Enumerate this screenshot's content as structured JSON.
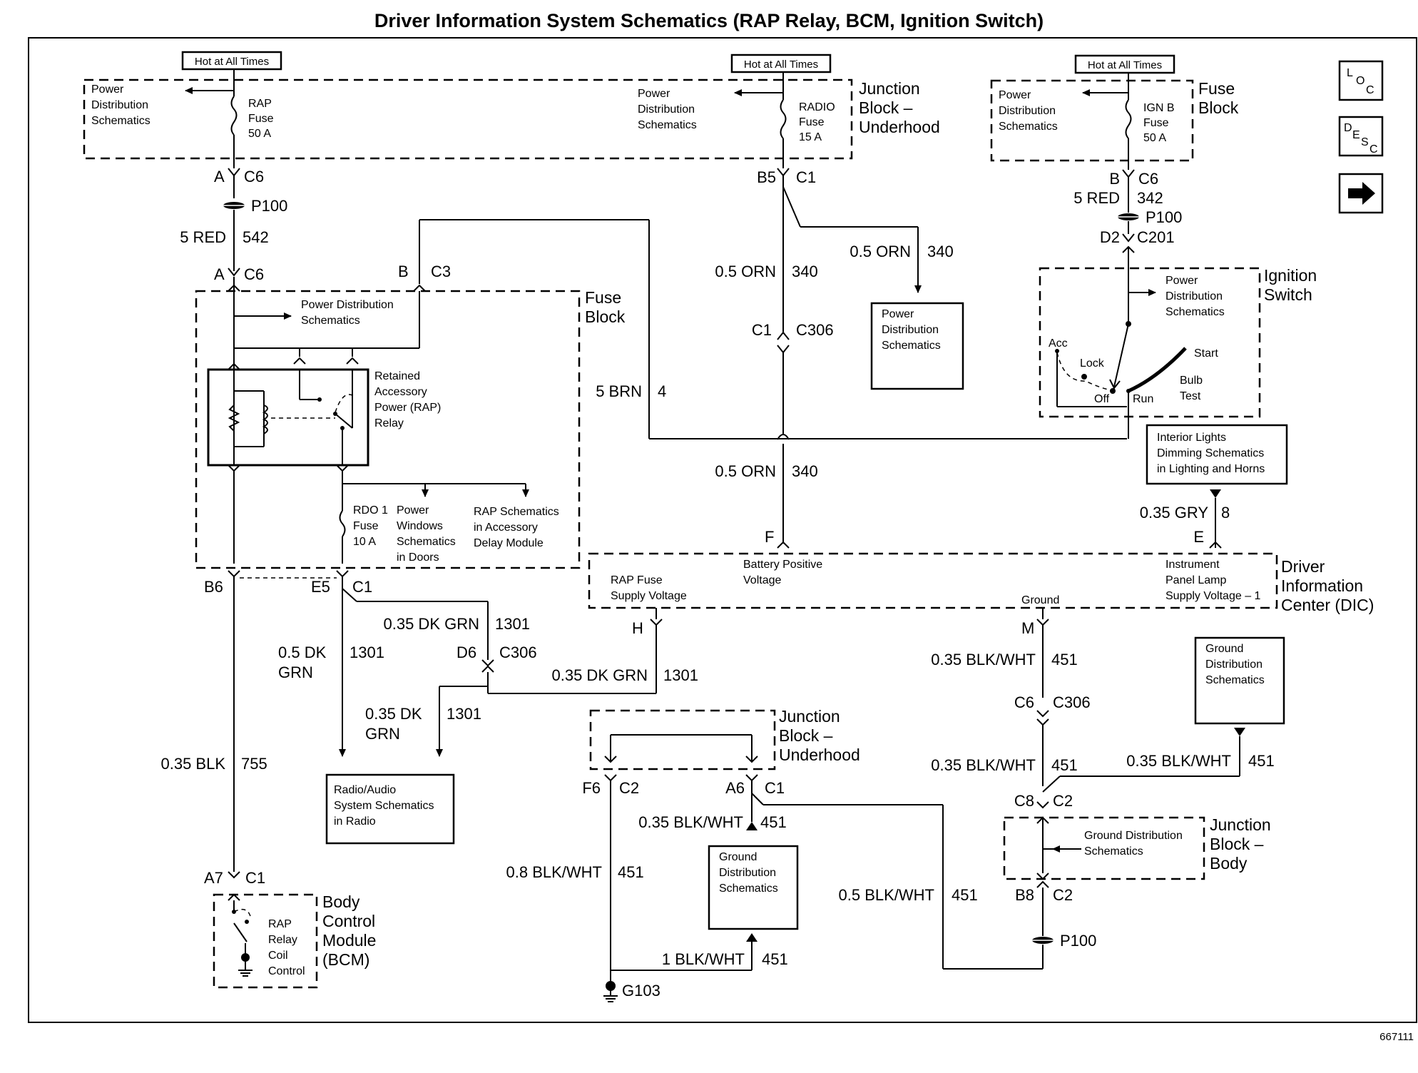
{
  "title": "Driver Information System Schematics (RAP Relay, BCM, Ignition Switch)",
  "figure_id": "667111",
  "nav_buttons": {
    "loc": {
      "l1": "L",
      "l2": "O",
      "l3": "C"
    },
    "desc": {
      "l1": "D",
      "l2": "E",
      "l3": "S",
      "l4": "C"
    },
    "next_icon": "right-arrow-icon"
  },
  "hot_at_all_times": "Hot at All Times",
  "left_supply": {
    "pds": [
      "Power",
      "Distribution",
      "Schematics"
    ],
    "fuse": [
      "RAP",
      "Fuse",
      "50 A"
    ],
    "conn1_pin": "A",
    "conn1": "C6",
    "splice": "P100",
    "wire_size": "5 RED",
    "wire_circuit": "542",
    "conn2_pin": "A",
    "conn2": "C6"
  },
  "fuse_block_left": {
    "title": [
      "Fuse",
      "Block"
    ],
    "pds": [
      "Power Distribution",
      "Schematics"
    ],
    "c3_pin": "B",
    "c3": "C3",
    "relay_label": [
      "Retained",
      "Accessory",
      "Power (RAP)",
      "Relay"
    ],
    "rdo_fuse": [
      "RDO 1",
      "Fuse",
      "10 A"
    ],
    "power_windows": [
      "Power",
      "Windows",
      "Schematics",
      "in Doors"
    ],
    "rap_schematics": [
      "RAP Schematics",
      "in Accessory",
      "Delay  Module"
    ],
    "b6": "B6",
    "e5": "E5",
    "c1": "C1"
  },
  "brn_wire": {
    "size": "5 BRN",
    "circuit": "4"
  },
  "junction_underhood_top": {
    "title": [
      "Junction",
      "Block –",
      "Underhood"
    ],
    "pds": [
      "Power",
      "Distribution",
      "Schematics"
    ],
    "fuse": [
      "RADIO",
      "Fuse",
      "15 A"
    ],
    "pin": "B5",
    "conn": "C1",
    "branch_size": "0.5 ORN",
    "branch_circuit": "340",
    "branch_box": [
      "Power",
      "Distribution",
      "Schematics"
    ],
    "wire1_size": "0.5 ORN",
    "wire1_circuit": "340",
    "c306_pin": "C1",
    "c306": "C306",
    "wire2_size": "0.5 ORN",
    "wire2_circuit": "340",
    "dic_pin": "F"
  },
  "right_supply": {
    "title": [
      "Fuse",
      "Block"
    ],
    "pds": [
      "Power",
      "Distribution",
      "Schematics"
    ],
    "fuse": [
      "IGN B",
      "Fuse",
      "50 A"
    ],
    "pin1": "B",
    "conn1": "C6",
    "wire_size": "5 RED",
    "wire_circuit": "342",
    "splice": "P100",
    "pin2": "D2",
    "conn2": "C201"
  },
  "ignition_switch": {
    "title": [
      "Ignition",
      "Switch"
    ],
    "pds": [
      "Power",
      "Distribution",
      "Schematics"
    ],
    "acc": "Acc",
    "lock": "Lock",
    "off": "Off",
    "run": "Run",
    "start": "Start",
    "bulb_test": [
      "Bulb",
      "Test"
    ]
  },
  "interior_lights": {
    "box": [
      "Interior Lights",
      "Dimming Schematics",
      "in Lighting and Horns"
    ],
    "wire_size": "0.35 GRY",
    "wire_circuit": "8",
    "pin": "E"
  },
  "dic": {
    "title": [
      "Driver",
      "Information",
      "Center (DIC)"
    ],
    "rap_supply": [
      "RAP Fuse",
      "Supply Voltage"
    ],
    "battery": [
      "Battery Positive",
      "Voltage"
    ],
    "ground": "Ground",
    "ip_lamp": [
      "Instrument",
      "Panel Lamp",
      "Supply Voltage – 1"
    ],
    "pin_h": "H",
    "pin_m": "M"
  },
  "dk_grn": {
    "w1_size": "0.35 DK GRN",
    "w1_circuit": "1301",
    "w2_size": [
      "0.5 DK",
      "GRN"
    ],
    "w2_circuit": "1301",
    "d6_pin": "D6",
    "d6_conn": "C306",
    "w3_size": "0.35 DK GRN",
    "w3_circuit": "1301",
    "w4_size": [
      "0.35 DK",
      "GRN"
    ],
    "w4_circuit": "1301",
    "radio_box": [
      "Radio/Audio",
      "System Schematics",
      "in Radio"
    ]
  },
  "bcm": {
    "wire_size": "0.35 BLK",
    "wire_circuit": "755",
    "pin": "A7",
    "conn": "C1",
    "coil": [
      "RAP",
      "Relay",
      "Coil",
      "Control"
    ],
    "title": [
      "Body",
      "Control",
      "Module",
      "(BCM)"
    ]
  },
  "junction_underhood_bottom": {
    "title": [
      "Junction",
      "Block –",
      "Underhood"
    ],
    "f6": "F6",
    "c2": "C2",
    "a6": "A6",
    "c1": "C1",
    "w_a6_size": "0.35 BLK/WHT",
    "w_a6_circuit": "451",
    "gds_box": [
      "Ground",
      "Distribution",
      "Schematics"
    ],
    "w_f6_size": "0.8 BLK/WHT",
    "w_f6_circuit": "451",
    "w_g_size": "1 BLK/WHT",
    "w_g_circuit": "451",
    "ground": "G103",
    "w_long_size": "0.5 BLK/WHT",
    "w_long_circuit": "451"
  },
  "ground_right": {
    "w1_size": "0.35 BLK/WHT",
    "w1_circuit": "451",
    "c6_pin": "C6",
    "c6_conn": "C306",
    "w2_size": "0.35 BLK/WHT",
    "w2_circuit": "451",
    "gds_box": [
      "Ground",
      "Distribution",
      "Schematics"
    ],
    "w3_size": "0.35 BLK/WHT",
    "w3_circuit": "451",
    "c8_pin": "C8",
    "c8_conn": "C2",
    "jb_title": [
      "Junction",
      "Block –",
      "Body"
    ],
    "jb_gds": [
      "Ground Distribution",
      "Schematics"
    ],
    "b8_pin": "B8",
    "b8_conn": "C2",
    "splice": "P100"
  }
}
